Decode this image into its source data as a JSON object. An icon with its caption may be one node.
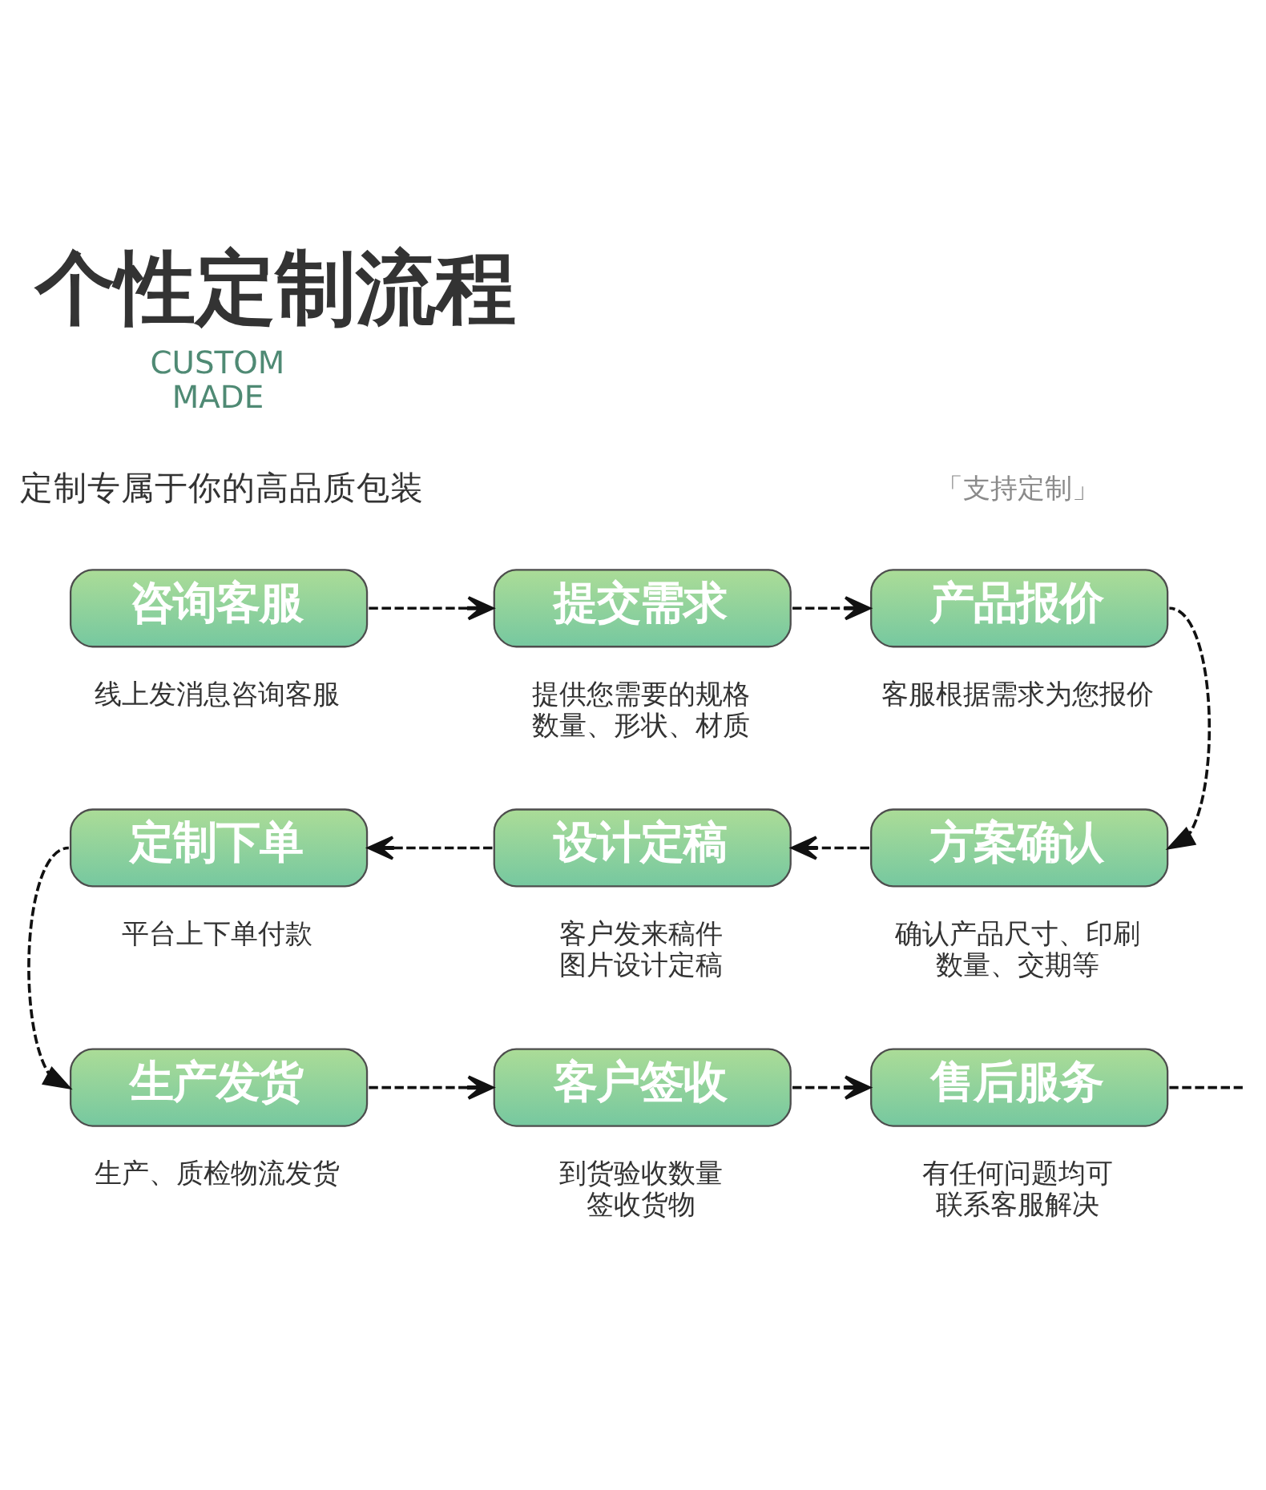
{
  "diagram": {
    "title": "个性定制流程",
    "nodes": [
      {
        "text": [
          "咨询客服"
        ],
        "beside": [
          "线上发消息咨询客服"
        ]
      },
      {
        "text": [
          "提交需求"
        ],
        "beside": [
          "提供您需要的规格数量、形状、材质"
        ]
      },
      {
        "text": [
          "产品报价"
        ],
        "beside": [
          "客服根据需求为您报价"
        ]
      },
      {
        "text": [
          "定制下单"
        ],
        "beside": [
          "平台上下单付款"
        ]
      },
      {
        "text": [
          "设计定稿"
        ],
        "beside": [
          "客户发来稿件图片设计定稿"
        ]
      },
      {
        "text": [
          "方案确认"
        ],
        "beside": [
          "确认产品尺寸、印刷数量、交期等"
        ]
      },
      {
        "text": [
          "生产发货"
        ],
        "beside": [
          "生产、质检物流发货"
        ]
      },
      {
        "text": [
          "客户签收"
        ],
        "beside": [
          "到货验收数量签收货物"
        ]
      },
      {
        "text": [
          "售后服务"
        ],
        "beside": [
          "有任何问题均可联系客服解决"
        ]
      }
    ],
    "edges": [
      {
        "from": 0,
        "to": 1,
        "arrow": "to",
        "style": "dashed"
      },
      {
        "from": 1,
        "to": 2,
        "arrow": "to",
        "style": "dashed"
      },
      {
        "from": 2,
        "to": 5,
        "arrow": "to",
        "style": "dashed"
      },
      {
        "from": 5,
        "to": 4,
        "arrow": "to",
        "style": "dashed"
      },
      {
        "from": 4,
        "to": 3,
        "arrow": "to",
        "style": "dashed"
      },
      {
        "from": 3,
        "to": 6,
        "arrow": "to",
        "style": "dashed"
      },
      {
        "from": 6,
        "to": 7,
        "arrow": "to",
        "style": "dashed"
      },
      {
        "from": 7,
        "to": 8,
        "arrow": "to",
        "style": "dashed"
      },
      {
        "from": 8,
        "to": null,
        "arrow": "none",
        "style": "dashed"
      }
    ],
    "labels": [
      "CUSTOM MADE",
      "「支持定制」",
      "定制专属于你的高品质包装"
    ]
  }
}
